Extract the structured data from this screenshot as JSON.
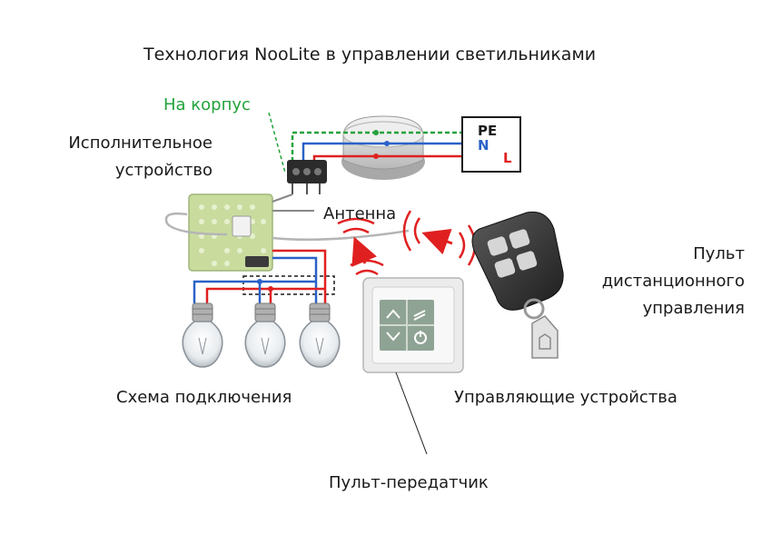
{
  "title": "Технология NooLite в управлении светильниками",
  "labels": {
    "housing": "На корпус",
    "actuator_line1": "Исполнительное",
    "actuator_line2": "устройство",
    "antenna": "Антенна",
    "remote_line1": "Пульт",
    "remote_line2": "дистанционного",
    "remote_line3": "управления",
    "control_devices": "Управляющие устройства",
    "wiring": "Схема подключения",
    "transmitter": "Пульт-передатчик"
  },
  "terminal": {
    "pe": "PE",
    "n": "N",
    "l": "L"
  },
  "icons": [
    "light-bulb-icon",
    "ceiling-lamp-icon",
    "wall-switch-icon",
    "keyfob-remote-icon",
    "radio-wave-icon"
  ],
  "colors": {
    "phase": "#e02020",
    "neutral": "#2a62c8",
    "ground": "#22a33a",
    "board": "#c9dc9e"
  }
}
